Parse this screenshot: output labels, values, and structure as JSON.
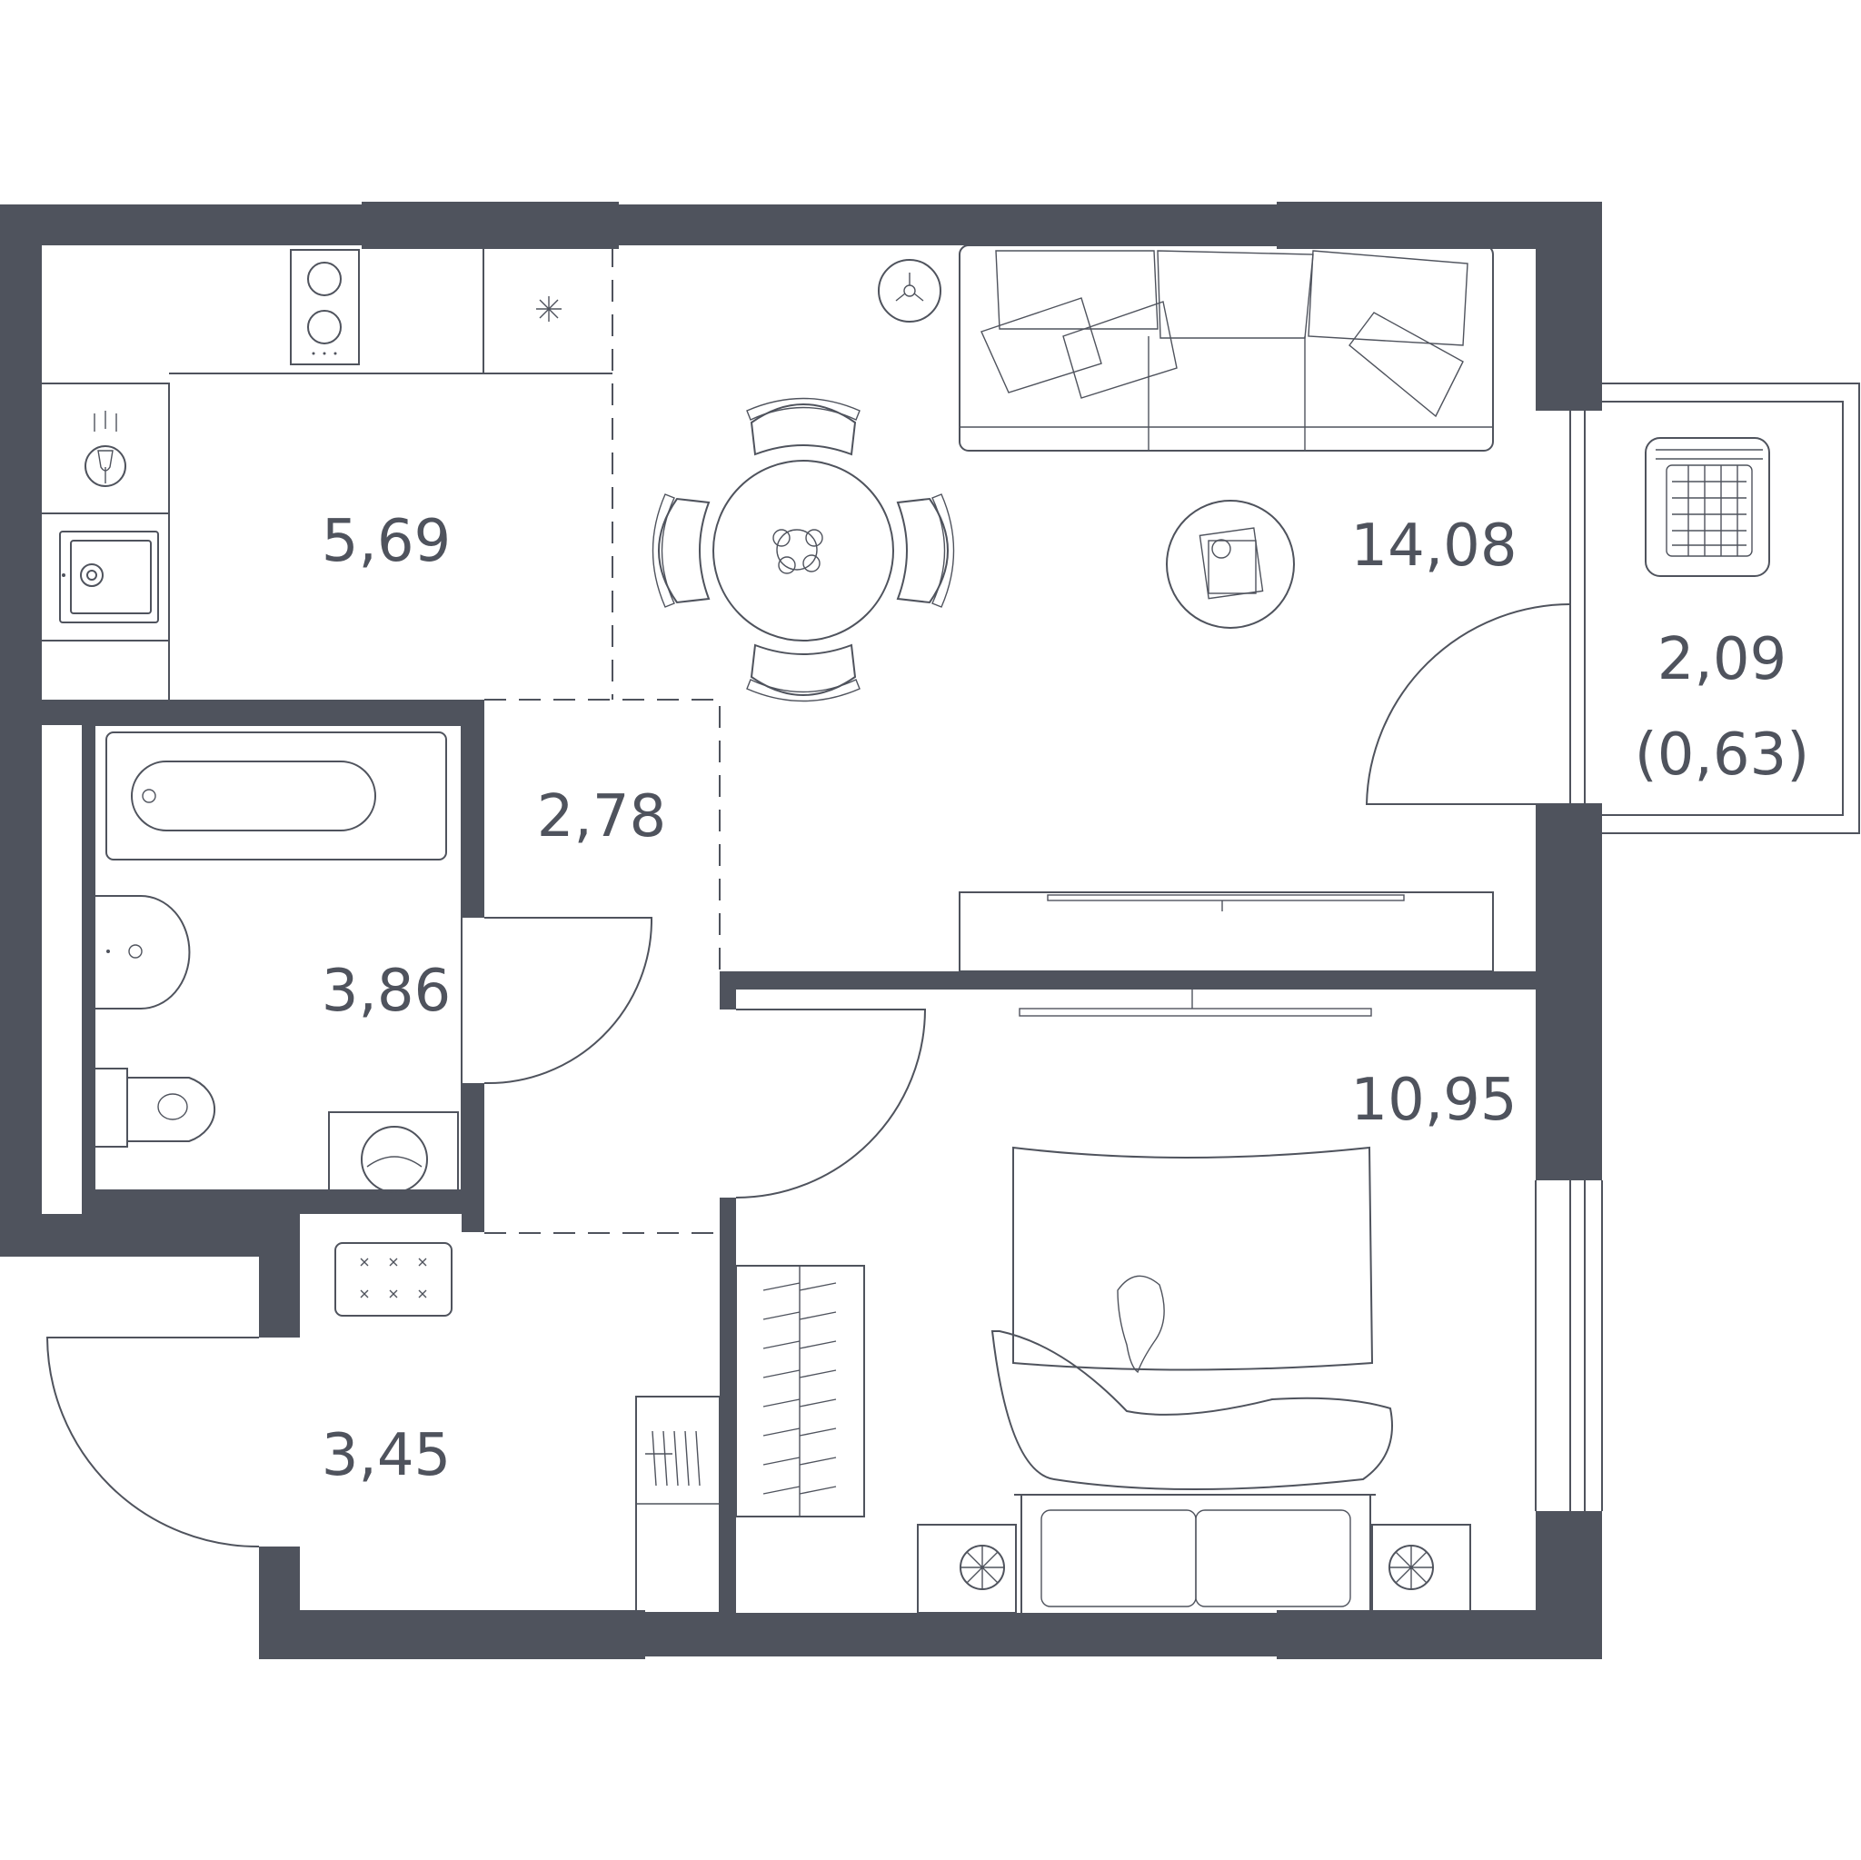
{
  "colors": {
    "wall": "#4f535d",
    "background": "#ffffff"
  },
  "rooms": {
    "kitchen": {
      "area": "5,69"
    },
    "living_room": {
      "area": "14,08"
    },
    "balcony": {
      "area": "2,09",
      "reduced_area": "(0,63)"
    },
    "corridor": {
      "area": "2,78"
    },
    "bathroom": {
      "area": "3,86"
    },
    "bedroom": {
      "area": "10,95"
    },
    "entrance_hall": {
      "area": "3,45"
    }
  }
}
